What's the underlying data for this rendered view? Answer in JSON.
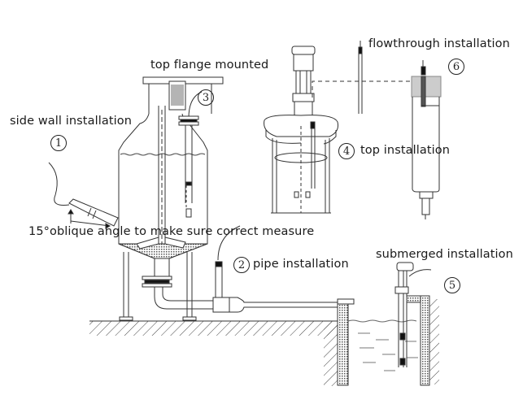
{
  "title": "Sensor installation methods diagram",
  "labels": {
    "side_wall": "side wall installation",
    "top_flange": "top flange mounted",
    "flowthrough": "flowthrough installation",
    "top": "top installation",
    "oblique_note": "15°oblique angle to make sure correct measure",
    "pipe": "pipe installation",
    "submerged": "submerged installation"
  },
  "markers": {
    "m1": "1",
    "m2": "2",
    "m3": "3",
    "m4": "4",
    "m5": "5",
    "m6": "6"
  },
  "colors": {
    "line": "#333333",
    "fill_dark": "#111111",
    "fill_gray": "#cccccc",
    "text": "#1a1a1a"
  }
}
